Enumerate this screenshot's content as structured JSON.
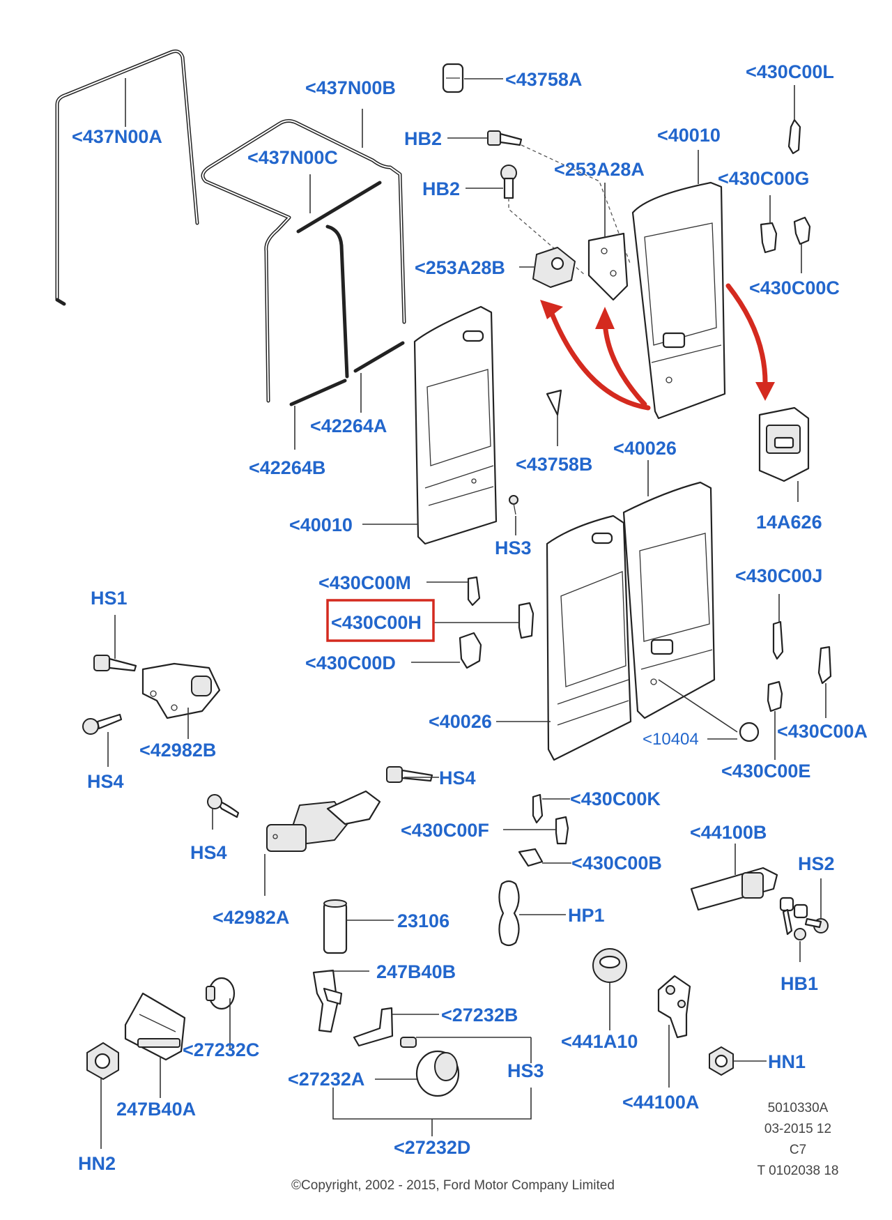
{
  "labels": {
    "437N00A": "<437N00A",
    "437N00B": "<437N00B",
    "437N00C": "<437N00C",
    "43758A": "<43758A",
    "HB2_a": "HB2",
    "HB2_b": "HB2",
    "253A28A": "<253A28A",
    "253A28B": "<253A28B",
    "40010_top": "<40010",
    "430C00L": "<430C00L",
    "430C00G": "<430C00G",
    "430C00C": "<430C00C",
    "42264A": "<42264A",
    "42264B": "<42264B",
    "43758B": "<43758B",
    "40026_top": "<40026",
    "14A626": "14A626",
    "40010_left": "<40010",
    "HS3_top": "HS3",
    "430C00M": "<430C00M",
    "430C00H": "<430C00H",
    "430C00D": "<430C00D",
    "430C00J": "<430C00J",
    "HS1": "HS1",
    "42982B": "<42982B",
    "HS4_left": "HS4",
    "40026_left": "<40026",
    "10404": "<10404",
    "430C00A": "<430C00A",
    "430C00E": "<430C00E",
    "HS4_top": "HS4",
    "HS4_mid": "HS4",
    "430C00K": "<430C00K",
    "430C00F": "<430C00F",
    "430C00B": "<430C00B",
    "44100B": "<44100B",
    "HS2": "HS2",
    "42982A": "<42982A",
    "23106": "23106",
    "HP1": "HP1",
    "HB1": "HB1",
    "247B40B": "247B40B",
    "27232B": "<27232B",
    "441A10": "<441A10",
    "27232C": "<27232C",
    "27232A": "<27232A",
    "HS3_bottom": "HS3",
    "HN1": "HN1",
    "247B40A": "247B40A",
    "44100A": "<44100A",
    "27232D": "<27232D",
    "HN2": "HN2"
  },
  "highlight_label": "430C00H",
  "highlight_color": "#d42a1f",
  "label_color": "#2266cc",
  "meta": {
    "line1": "5010330A",
    "line2": "03-2015 12",
    "line3": "C7",
    "line4": "T 0102038 18"
  },
  "copyright": "©Copyright, 2002 - 2015, Ford Motor Company Limited"
}
